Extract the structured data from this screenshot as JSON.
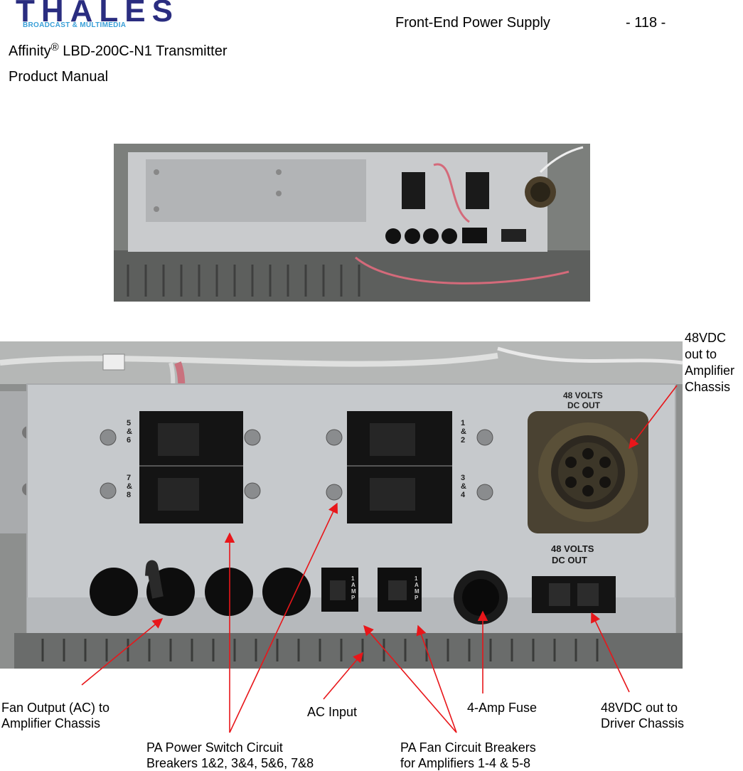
{
  "header": {
    "logo_text": "THALES",
    "logo_subtext": "BROADCAST & MULTIMEDIA",
    "section_title": "Front-End Power Supply",
    "page_number": "- 118 -",
    "product_prefix": "Affinity",
    "product_reg": "®",
    "product_suffix": " LBD-200C-N1 Transmitter",
    "manual": "Product Manual"
  },
  "photo_markings": {
    "connector_top": "48 VOLTS",
    "connector_bottom": "DC OUT",
    "driver_top": "48 VOLTS",
    "driver_bottom": "DC OUT",
    "breaker_left_top": "5\n&\n6",
    "breaker_left_bottom": "7\n&\n8",
    "breaker_right_top": "1\n&\n2",
    "breaker_right_bottom": "3\n&\n4",
    "fan_fuse_1": "1\nA\nM\nP",
    "fan_fuse_2": "1\nA\nM\nP"
  },
  "labels": {
    "dc_amplifier": "48VDC\nout to\nAmplifier\nChassis",
    "fan_output": "Fan Output (AC) to\nAmplifier Chassis",
    "ac_input": "AC Input",
    "fuse": "4-Amp Fuse",
    "dc_driver": "48VDC out to\nDriver Chassis",
    "pa_power": "PA Power Switch Circuit\nBreakers 1&2, 3&4, 5&6, 7&8",
    "pa_fan": "PA Fan Circuit Breakers\nfor Amplifiers 1-4 & 5-8"
  },
  "colors": {
    "brand": "#2a2d80",
    "brand_accent": "#3aa0d8",
    "arrow": "#e8161a",
    "panel": "#c6c9cc",
    "panel_dark": "#9ea2a6",
    "breaker": "#141414"
  }
}
